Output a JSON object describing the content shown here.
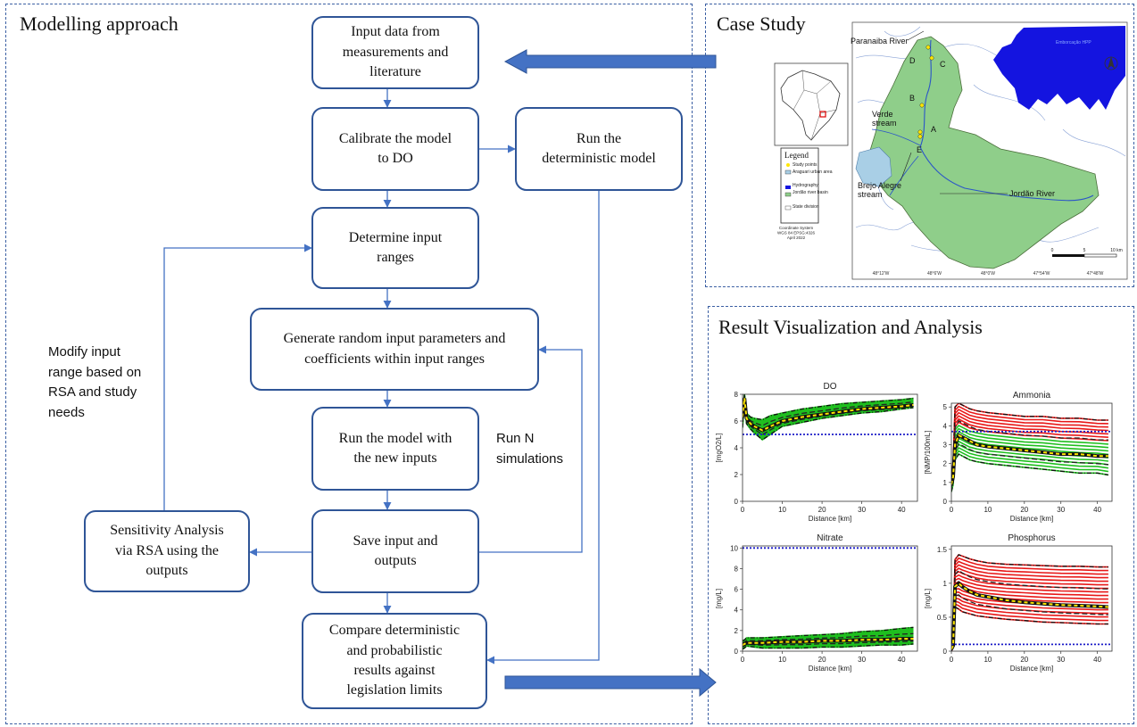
{
  "panels": {
    "modelling": "Modelling approach",
    "case_study": "Case Study",
    "results": "Result Visualization and Analysis"
  },
  "nodes": {
    "input_data": "Input data from\nmeasurements and\nliterature",
    "calibrate": "Calibrate the model\nto DO",
    "run_deterministic": "Run the\ndeterministic model",
    "determine_ranges": "Determine input\nranges",
    "generate_random": "Generate random input parameters and\ncoefficients within input ranges",
    "run_model": "Run the model with\nthe new inputs",
    "save": "Save input and\noutputs",
    "sensitivity": "Sensitivity Analysis\nvia RSA using the\noutputs",
    "compare": "Compare deterministic\nand probabilistic\nresults against\nlegislation limits"
  },
  "labels": {
    "modify": "Modify input\nrange based on\nRSA and study\nneeds",
    "run_n": "Run N\nsimulations"
  },
  "map": {
    "rivers": {
      "paranaiba": "Paranaiba River",
      "verde": "Verde\nstream",
      "brejo": "Brejo Alegre\nstream",
      "jordao": "Jordão River",
      "hpp": "Emborcação HPP"
    },
    "points": [
      "A",
      "B",
      "C",
      "D",
      "E"
    ],
    "legend": {
      "title": "Legend",
      "items": [
        "Study points",
        "Araguari urban area",
        "Hydrography",
        "Jordão river basin",
        "State division"
      ],
      "crs": "Coordinate System\nWGS 84 EPSG:4326\nApril 2022"
    },
    "scale": [
      "0",
      "5",
      "10 km"
    ],
    "lon_ticks": [
      "48°12'W",
      "48°6'W",
      "48°0'W",
      "47°54'W",
      "47°48'W"
    ],
    "colors": {
      "basin": "#8fce8a",
      "water": "#1414e0",
      "urban": "#a9cfe6"
    }
  },
  "chart_data": [
    {
      "type": "line",
      "title": "DO",
      "ylabel": "[mgO2/L]",
      "xlabel": "Distance [km]",
      "xlim": [
        0,
        44
      ],
      "ylim": [
        0,
        8
      ],
      "xticks": [
        "0",
        "10",
        "20",
        "30",
        "40"
      ],
      "yticks": [
        "0",
        "2",
        "4",
        "6",
        "8"
      ],
      "limit": 5,
      "x": [
        0,
        0.5,
        1,
        2,
        3,
        5,
        7,
        10,
        15,
        20,
        25,
        30,
        35,
        40,
        43
      ],
      "band_low": [
        5.5,
        7.4,
        5.8,
        5.4,
        5.1,
        4.6,
        5.0,
        5.6,
        5.9,
        6.2,
        6.4,
        6.6,
        6.7,
        6.9,
        7.0
      ],
      "mean": [
        6.3,
        7.7,
        6.2,
        5.8,
        5.6,
        5.3,
        5.6,
        6.0,
        6.3,
        6.5,
        6.7,
        6.9,
        7.0,
        7.1,
        7.2
      ],
      "band_high": [
        7.0,
        8.0,
        6.6,
        6.3,
        6.2,
        6.1,
        6.4,
        6.6,
        6.9,
        7.1,
        7.3,
        7.4,
        7.5,
        7.6,
        7.7
      ],
      "band_color": "#1fbf1f"
    },
    {
      "type": "line",
      "title": "Ammonia",
      "ylabel": "[NMP/100mL]",
      "xlabel": "Distance [km]",
      "xlim": [
        0,
        44
      ],
      "ylim": [
        0,
        5.2
      ],
      "xticks": [
        "0",
        "10",
        "20",
        "30",
        "40"
      ],
      "yticks": [
        "0",
        "1",
        "2",
        "3",
        "4",
        "5"
      ],
      "limit": 3.7,
      "x": [
        0,
        0.5,
        1,
        2,
        3,
        5,
        7,
        10,
        15,
        20,
        25,
        30,
        35,
        40,
        43
      ],
      "band_low": [
        0.5,
        0.9,
        2.2,
        2.5,
        2.4,
        2.2,
        2.1,
        2.0,
        1.9,
        1.8,
        1.7,
        1.6,
        1.5,
        1.5,
        1.4
      ],
      "mean": [
        0.9,
        1.3,
        3.0,
        3.5,
        3.4,
        3.2,
        3.0,
        2.9,
        2.8,
        2.7,
        2.6,
        2.5,
        2.5,
        2.4,
        2.4
      ],
      "band_high": [
        1.6,
        2.0,
        5.0,
        5.2,
        5.1,
        4.9,
        4.8,
        4.7,
        4.6,
        4.5,
        4.5,
        4.4,
        4.4,
        4.3,
        4.3
      ],
      "band_color": "#1fbf1f",
      "exceed_color": "#e81818"
    },
    {
      "type": "line",
      "title": "Nitrate",
      "ylabel": "[mg/L]",
      "xlabel": "Distance [km]",
      "xlim": [
        0,
        44
      ],
      "ylim": [
        0,
        10.2
      ],
      "xticks": [
        "0",
        "10",
        "20",
        "30",
        "40"
      ],
      "yticks": [
        "0",
        "2",
        "4",
        "6",
        "8",
        "10"
      ],
      "limit": 10,
      "x": [
        0,
        0.5,
        1,
        3,
        5,
        10,
        15,
        20,
        25,
        30,
        35,
        40,
        43
      ],
      "band_low": [
        0.2,
        0.3,
        0.5,
        0.4,
        0.3,
        0.3,
        0.3,
        0.4,
        0.4,
        0.5,
        0.6,
        0.6,
        0.7
      ],
      "mean": [
        0.6,
        0.7,
        0.8,
        0.8,
        0.8,
        0.9,
        0.9,
        1.0,
        1.0,
        1.1,
        1.1,
        1.2,
        1.2
      ],
      "band_high": [
        1.0,
        1.1,
        1.3,
        1.3,
        1.3,
        1.4,
        1.5,
        1.6,
        1.7,
        1.9,
        2.0,
        2.2,
        2.3
      ],
      "band_color": "#1fbf1f"
    },
    {
      "type": "line",
      "title": "Phosphorus",
      "ylabel": "[mg/L]",
      "xlabel": "Distance [km]",
      "xlim": [
        0,
        44
      ],
      "ylim": [
        0,
        1.55
      ],
      "xticks": [
        "0",
        "10",
        "20",
        "30",
        "40"
      ],
      "yticks": [
        "0",
        "0.5",
        "1",
        "1.5"
      ],
      "limit": 0.1,
      "x": [
        0,
        0.5,
        1,
        2,
        3,
        5,
        7,
        10,
        15,
        20,
        25,
        30,
        35,
        40,
        43
      ],
      "band_low": [
        0.0,
        0.05,
        0.65,
        0.62,
        0.58,
        0.55,
        0.52,
        0.5,
        0.47,
        0.45,
        0.43,
        0.42,
        0.41,
        0.4,
        0.4
      ],
      "mean": [
        0.03,
        0.08,
        0.95,
        1.0,
        0.95,
        0.88,
        0.83,
        0.8,
        0.75,
        0.72,
        0.7,
        0.68,
        0.67,
        0.66,
        0.65
      ],
      "band_high": [
        0.1,
        0.2,
        1.35,
        1.42,
        1.4,
        1.36,
        1.33,
        1.3,
        1.28,
        1.27,
        1.26,
        1.25,
        1.25,
        1.24,
        1.24
      ],
      "band_color": "#e81818"
    }
  ]
}
